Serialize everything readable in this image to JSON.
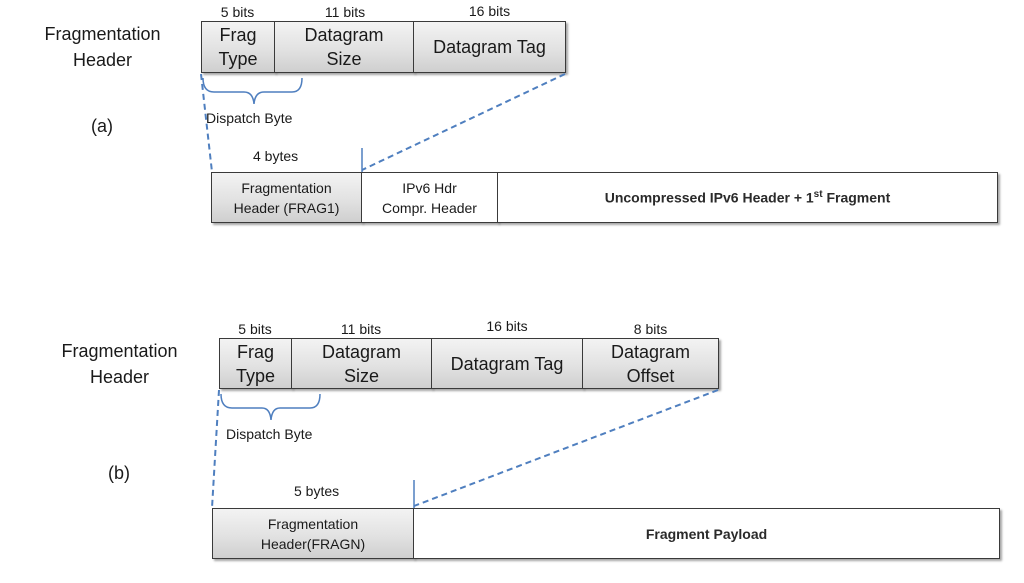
{
  "diagram_a": {
    "section_label": "(a)",
    "header_label_line1": "Fragmentation",
    "header_label_line2": "Header",
    "fields": [
      {
        "bits": "5 bits",
        "line1": "Frag",
        "line2": "Type"
      },
      {
        "bits": "11 bits",
        "line1": "Datagram",
        "line2": "Size"
      },
      {
        "bits": "16 bits",
        "line1": "Datagram Tag",
        "line2": ""
      }
    ],
    "dispatch_label": "Dispatch Byte",
    "size_label": "4  bytes",
    "bottom": [
      {
        "line1": "Fragmentation",
        "line2": "Header (FRAG1)"
      },
      {
        "line1": "IPv6 Hdr",
        "line2": "Compr.  Header"
      },
      {
        "text_pre": "Uncompressed IPv6 Header + 1",
        "sup": "st",
        "text_post": " Fragment"
      }
    ]
  },
  "diagram_b": {
    "section_label": "(b)",
    "header_label_line1": "Fragmentation",
    "header_label_line2": "Header",
    "fields": [
      {
        "bits": "5 bits",
        "line1": "Frag",
        "line2": "Type"
      },
      {
        "bits": "11 bits",
        "line1": "Datagram",
        "line2": "Size"
      },
      {
        "bits": "16 bits",
        "line1": "Datagram Tag",
        "line2": ""
      },
      {
        "bits": "8 bits",
        "line1": "Datagram",
        "line2": "Offset"
      }
    ],
    "dispatch_label": "Dispatch Byte",
    "size_label": "5  bytes",
    "bottom": [
      {
        "line1": "Fragmentation",
        "line2": "Header(FRAGN)"
      },
      {
        "text": "Fragment Payload"
      }
    ]
  },
  "colors": {
    "dashed_line": "#4f7fbf",
    "brace": "#4f7fbf"
  }
}
